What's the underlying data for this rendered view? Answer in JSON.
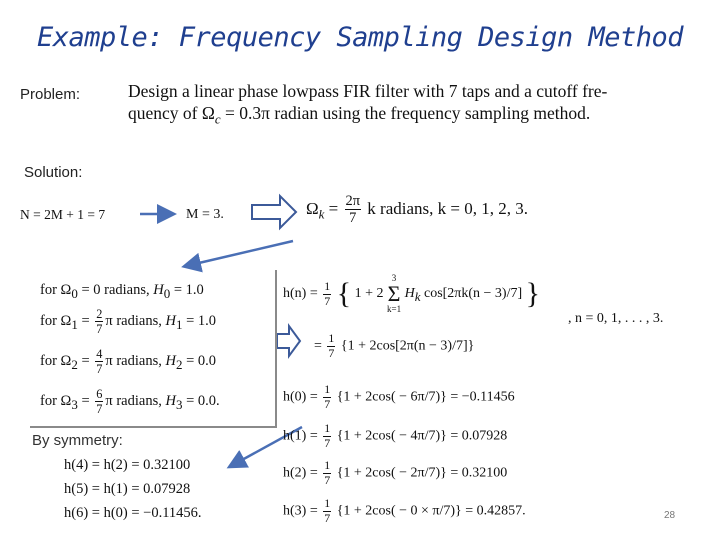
{
  "title": "Example: Frequency Sampling Design Method",
  "labels": {
    "problem": "Problem:",
    "solution": "Solution:",
    "symmetry": "By symmetry:"
  },
  "problem_text": {
    "line1": "Design a linear phase lowpass FIR filter with 7 taps and a cutoff fre-",
    "line2_a": "quency of Ω",
    "line2_sub": "c",
    "line2_b": " = 0.3π radian using the frequency sampling method."
  },
  "setup": {
    "n_eq": "N = 2M + 1 = 7",
    "m_eq": "M = 3.",
    "omega_lhs": "Ω",
    "omega_sub": "k",
    "omega_num": "2π",
    "omega_den": "7",
    "omega_rhs": "k radians, k = 0, 1, 2, 3."
  },
  "samples": [
    {
      "pre": "for Ω",
      "sub": "0",
      "mid": " = 0 radians,",
      "frac_num": "",
      "frac_den": "",
      "hname": "H",
      "hsub": "0",
      "hval": " = 1.0"
    },
    {
      "pre": "for Ω",
      "sub": "1",
      "mid": " =",
      "frac_num": "2",
      "frac_den": "7",
      "after": "π radians,",
      "hname": "H",
      "hsub": "1",
      "hval": " = 1.0"
    },
    {
      "pre": "for Ω",
      "sub": "2",
      "mid": " =",
      "frac_num": "4",
      "frac_den": "7",
      "after": "π radians,",
      "hname": "H",
      "hsub": "2",
      "hval": " = 0.0"
    },
    {
      "pre": "for Ω",
      "sub": "3",
      "mid": " =",
      "frac_num": "6",
      "frac_den": "7",
      "after": "π radians,",
      "hname": "H",
      "hsub": "3",
      "hval": " = 0.0."
    }
  ],
  "formula": {
    "lhs": "h(n) =",
    "frac_num": "1",
    "frac_den": "7",
    "one_plus_two": "1 + 2",
    "sum_top": "3",
    "sum_bottom": "k=1",
    "term": "H",
    "term_sub": "k",
    "term_rest": " cos[2πk(n − 3)/7]",
    "range": ", n = 0, 1, . . . , 3.",
    "simplified_eq": "=",
    "simplified": "{1 + 2cos[2π(n − 3)/7]}"
  },
  "results": [
    {
      "lhs": "h(0) =",
      "body": "{1 + 2cos( − 6π/7)} = −0.11456"
    },
    {
      "lhs": "h(1) =",
      "body": "{1 + 2cos( − 4π/7)} = 0.07928"
    },
    {
      "lhs": "h(2) =",
      "body": "{1 + 2cos( − 2π/7)} = 0.32100"
    },
    {
      "lhs": "h(3) =",
      "body": "{1 + 2cos( − 0 × π/7)} = 0.42857."
    }
  ],
  "symmetry": [
    "h(4) = h(2) = 0.32100",
    "h(5) = h(1) = 0.07928",
    "h(6) = h(0) = −0.11456."
  ],
  "page_number": "28",
  "colors": {
    "title": "#1f3f8f",
    "arrow": "#4a6fb5",
    "block_arrow": "#3c5a99"
  }
}
